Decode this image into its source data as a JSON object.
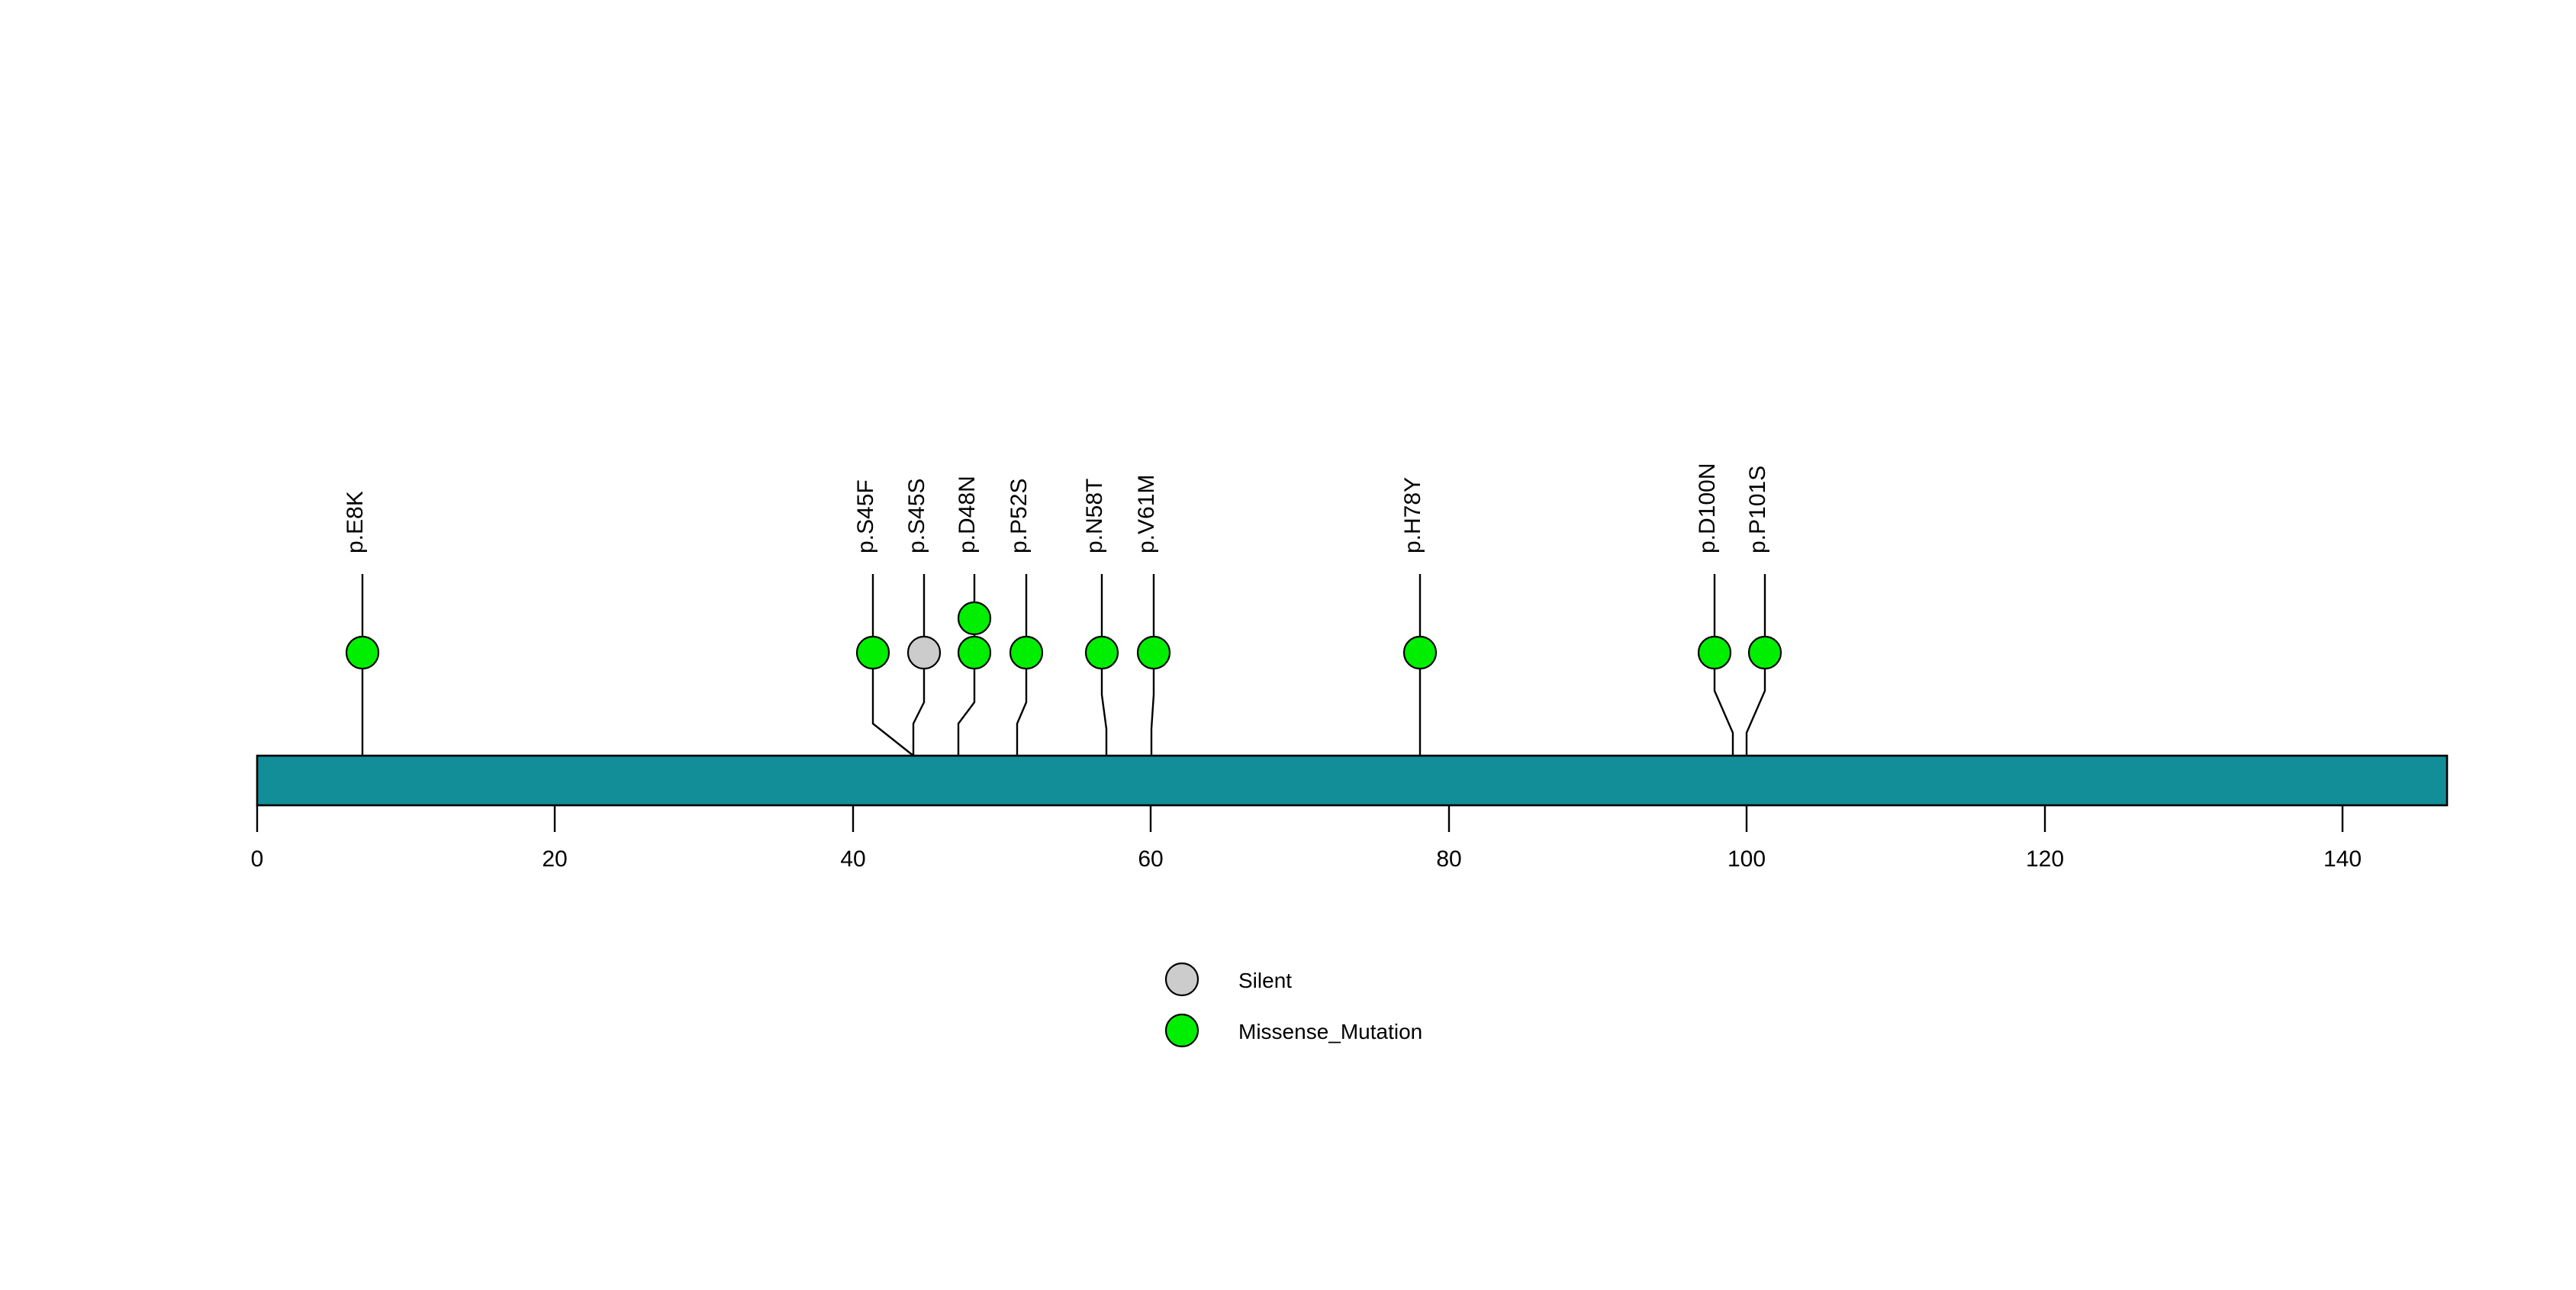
{
  "chart_data": {
    "type": "lollipop",
    "title": "",
    "xlabel": "",
    "ylabel": "",
    "xlim": [
      0,
      147
    ],
    "protein_length": 147,
    "grid": false,
    "axis": {
      "ticks": [
        0,
        20,
        40,
        60,
        80,
        100,
        120,
        140
      ],
      "tick_labels": [
        "0",
        "20",
        "40",
        "60",
        "80",
        "100",
        "120",
        "140"
      ]
    },
    "domain_track": {
      "name": "protein-backbone",
      "start": 0,
      "end": 147,
      "color": "#128E99",
      "border_color": "#000000"
    },
    "categories": [
      "p.E8K",
      "p.S45F",
      "p.S45S",
      "p.D48N",
      "p.P52S",
      "p.N58T",
      "p.V61M",
      "p.H78Y",
      "p.D100N",
      "p.P101S"
    ],
    "values": [
      1,
      1,
      1,
      2,
      1,
      1,
      1,
      1,
      1,
      1
    ],
    "mutations": [
      {
        "label": "p.E8K",
        "position": 8,
        "count": 1,
        "type": "Missense_Mutation",
        "color": "#00EE00"
      },
      {
        "label": "p.S45F",
        "position": 45,
        "count": 1,
        "type": "Missense_Mutation",
        "color": "#00EE00"
      },
      {
        "label": "p.S45S",
        "position": 45,
        "count": 1,
        "type": "Silent",
        "color": "#CCCCCC"
      },
      {
        "label": "p.D48N",
        "position": 48,
        "count": 2,
        "type": "Missense_Mutation",
        "color": "#00EE00"
      },
      {
        "label": "p.P52S",
        "position": 52,
        "count": 1,
        "type": "Missense_Mutation",
        "color": "#00EE00"
      },
      {
        "label": "p.N58T",
        "position": 58,
        "count": 1,
        "type": "Missense_Mutation",
        "color": "#00EE00"
      },
      {
        "label": "p.V61M",
        "position": 61,
        "count": 1,
        "type": "Missense_Mutation",
        "color": "#00EE00"
      },
      {
        "label": "p.H78Y",
        "position": 78,
        "count": 1,
        "type": "Missense_Mutation",
        "color": "#00EE00"
      },
      {
        "label": "p.D100N",
        "position": 100,
        "count": 1,
        "type": "Missense_Mutation",
        "color": "#00EE00"
      },
      {
        "label": "p.P101S",
        "position": 101,
        "count": 1,
        "type": "Missense_Mutation",
        "color": "#00EE00"
      }
    ],
    "legend": {
      "position": "bottom-center",
      "entries": [
        {
          "label": "Silent",
          "color": "#CCCCCC"
        },
        {
          "label": "Missense_Mutation",
          "color": "#00EE00"
        }
      ]
    }
  },
  "labels": {
    "mut_0": "p.E8K",
    "mut_1": "p.S45F",
    "mut_2": "p.S45S",
    "mut_3": "p.D48N",
    "mut_4": "p.P52S",
    "mut_5": "p.N58T",
    "mut_6": "p.V61M",
    "mut_7": "p.H78Y",
    "mut_8": "p.D100N",
    "mut_9": "p.P101S"
  },
  "axis_labels": {
    "t0": "0",
    "t1": "20",
    "t2": "40",
    "t3": "60",
    "t4": "80",
    "t5": "100",
    "t6": "120",
    "t7": "140"
  },
  "legend_labels": {
    "silent": "Silent",
    "missense": "Missense_Mutation"
  }
}
